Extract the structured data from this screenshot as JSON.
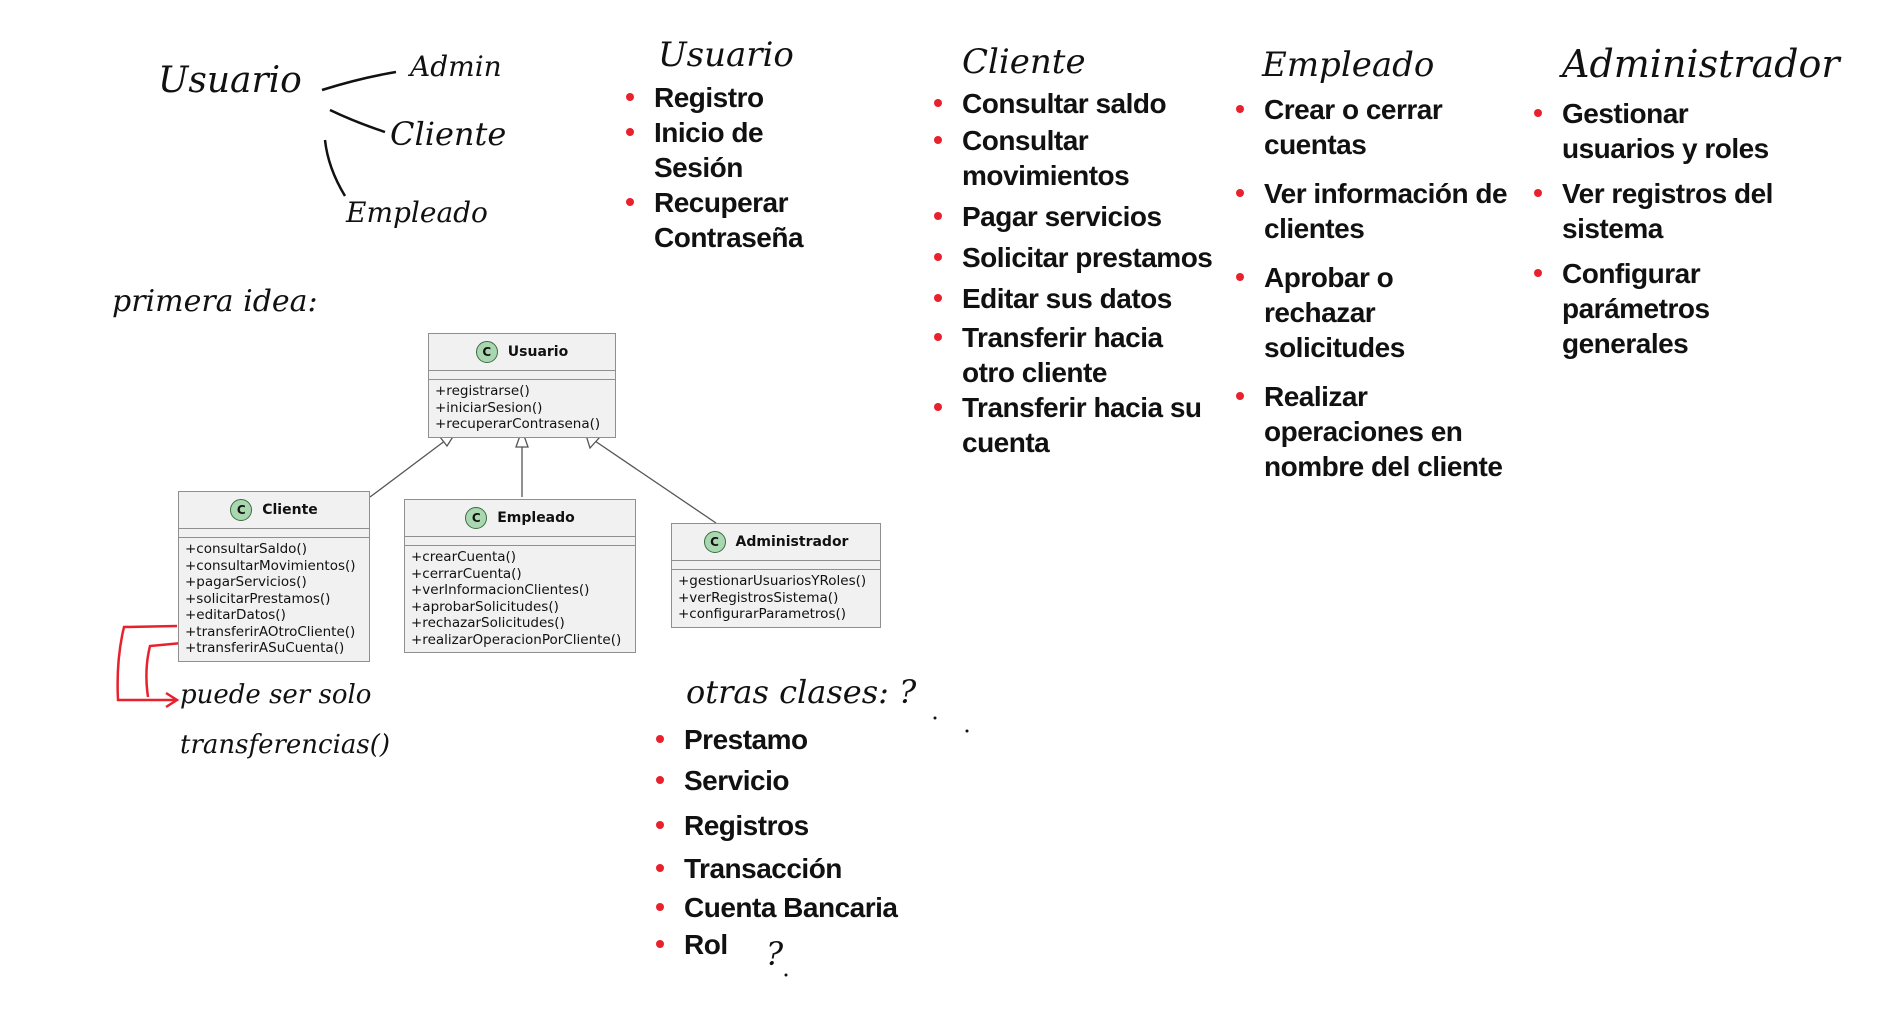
{
  "colors": {
    "bullet": "#e8212d",
    "arrow_red": "#e8212d",
    "ink": "#111111",
    "uml_fill": "#f1f1f1",
    "uml_border": "#8f8f8f",
    "class_icon": "#a9d8b0"
  },
  "hierarchy": {
    "root": "Usuario",
    "children": [
      "Admin",
      "Cliente",
      "Empleado"
    ]
  },
  "primera_idea_label": "primera idea:",
  "columns": [
    {
      "title": "Usuario",
      "items": [
        "Registro",
        "Inicio de Sesión",
        "Recuperar Contraseña"
      ]
    },
    {
      "title": "Cliente",
      "items": [
        "Consultar saldo",
        "Consultar movimientos",
        "Pagar servicios",
        "Solicitar prestamos",
        "Editar sus datos",
        "Transferir hacia otro cliente",
        "Transferir hacia su cuenta"
      ]
    },
    {
      "title": "Empleado",
      "items": [
        "Crear o cerrar cuentas",
        "Ver información de clientes",
        "Aprobar o rechazar solicitudes",
        "Realizar operaciones en nombre del cliente"
      ]
    },
    {
      "title": "Administrador",
      "items": [
        "Gestionar usuarios y roles",
        "Ver registros del sistema",
        "Configurar parámetros generales"
      ]
    }
  ],
  "uml": {
    "icon_letter": "C",
    "usuario": {
      "name": "Usuario",
      "ops": [
        "+registrarse()",
        "+iniciarSesion()",
        "+recuperarContrasena()"
      ]
    },
    "cliente": {
      "name": "Cliente",
      "ops": [
        "+consultarSaldo()",
        "+consultarMovimientos()",
        "+pagarServicios()",
        "+solicitarPrestamos()",
        "+editarDatos()",
        "+transferirAOtroCliente()",
        "+transferirASuCuenta()"
      ]
    },
    "empleado": {
      "name": "Empleado",
      "ops": [
        "+crearCuenta()",
        "+cerrarCuenta()",
        "+verInformacionClientes()",
        "+aprobarSolicitudes()",
        "+rechazarSolicitudes()",
        "+realizarOperacionPorCliente()"
      ]
    },
    "administrador": {
      "name": "Administrador",
      "ops": [
        "+gestionarUsuariosYRoles()",
        "+verRegistrosSistema()",
        "+configurarParametros()"
      ]
    }
  },
  "note": {
    "line1": "puede ser solo",
    "line2": "transferencias()"
  },
  "otras_clases": {
    "title": "otras clases: ?",
    "items": [
      "Prestamo",
      "Servicio",
      "Registros",
      "Transacción",
      "Cuenta Bancaria",
      "Rol"
    ],
    "rol_mark": "?"
  }
}
